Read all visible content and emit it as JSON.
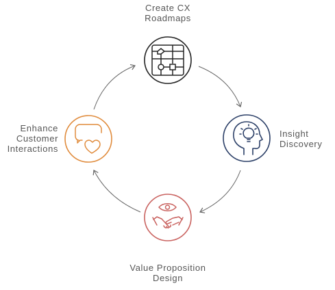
{
  "diagram": {
    "nodes": [
      {
        "id": "roadmaps",
        "lines": [
          "Create CX",
          "Roadmaps"
        ],
        "color": "#222222",
        "icon": "flowchart-icon"
      },
      {
        "id": "insight",
        "lines": [
          "Insight",
          "Discovery"
        ],
        "color": "#2b3f67",
        "icon": "head-lightbulb-icon"
      },
      {
        "id": "value",
        "lines": [
          "Value Proposition",
          "Design"
        ],
        "color": "#c9625f",
        "icon": "eye-handshake-icon"
      },
      {
        "id": "interactions",
        "lines": [
          "Enhance",
          "Customer",
          "Interactions"
        ],
        "color": "#e08b3c",
        "icon": "speech-heart-icon"
      }
    ],
    "arrow_color": "#666666"
  }
}
